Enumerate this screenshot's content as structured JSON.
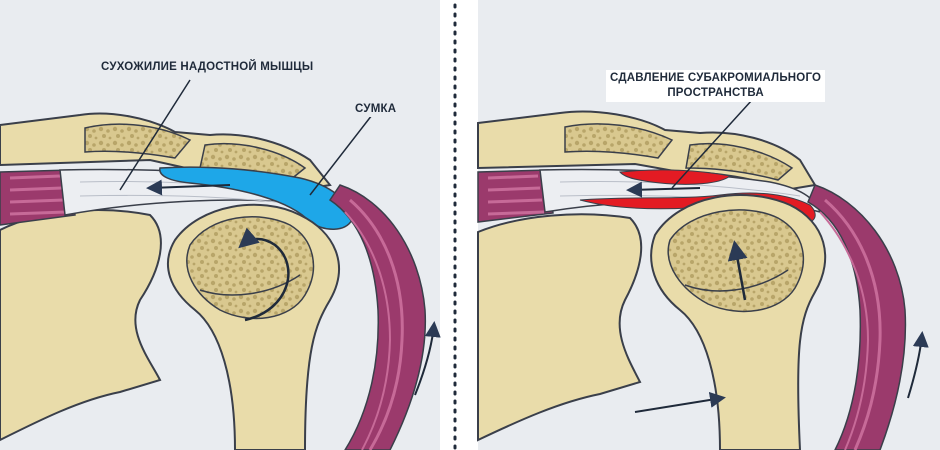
{
  "labels": {
    "tendon": "СУХОЖИЛИЕ НАДОСТНОЙ МЫШЦЫ",
    "bursa": "СУМКА",
    "compression_line1": "СДАВЛЕНИЕ СУБАКРОМИАЛЬНОГО",
    "compression_line2": "ПРОСТРАНСТВА"
  },
  "colors": {
    "bone": "#e9dcaa",
    "bone_outline": "#3a3f4a",
    "spongy_bone": "#cdbb7c",
    "muscle": "#9b3a6c",
    "muscle_light": "#c76a98",
    "tendon": "#eceef2",
    "bursa": "#1ea7e8",
    "compression": "#e31b23",
    "arrow": "#2b3a55",
    "background_panel": "#e9ecf0"
  }
}
